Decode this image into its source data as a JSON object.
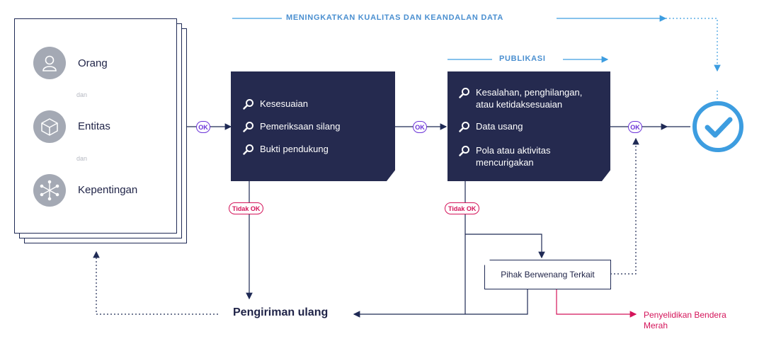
{
  "header": {
    "main_label": "MENINGKATKAN KUALITAS DAN KEANDALAN DATA",
    "publish_label": "PUBLIKASI"
  },
  "entities": {
    "items": [
      {
        "label": "Orang",
        "icon": "person-icon"
      },
      {
        "label": "Entitas",
        "icon": "cube-icon"
      },
      {
        "label": "Kepentingan",
        "icon": "network-icon"
      }
    ],
    "connector": "dan"
  },
  "checks_1": [
    "Kesesuaian",
    "Pemeriksaan silang",
    "Bukti pendukung"
  ],
  "checks_2": [
    "Kesalahan, penghilangan, atau ketidaksesuaian",
    "Data usang",
    "Pola atau aktivitas mencurigakan"
  ],
  "status": {
    "ok": "OK",
    "not_ok": "Tidak OK"
  },
  "authority": "Pihak Berwenang Terkait",
  "resend": "Pengiriman ulang",
  "red_flag": "Penyelidikan Bendera Merah",
  "colors": {
    "navy": "#252a4f",
    "blue": "#3d9de0",
    "purple": "#6b33d8",
    "pink": "#d4145a",
    "grey_icon": "#a4a9b4"
  }
}
